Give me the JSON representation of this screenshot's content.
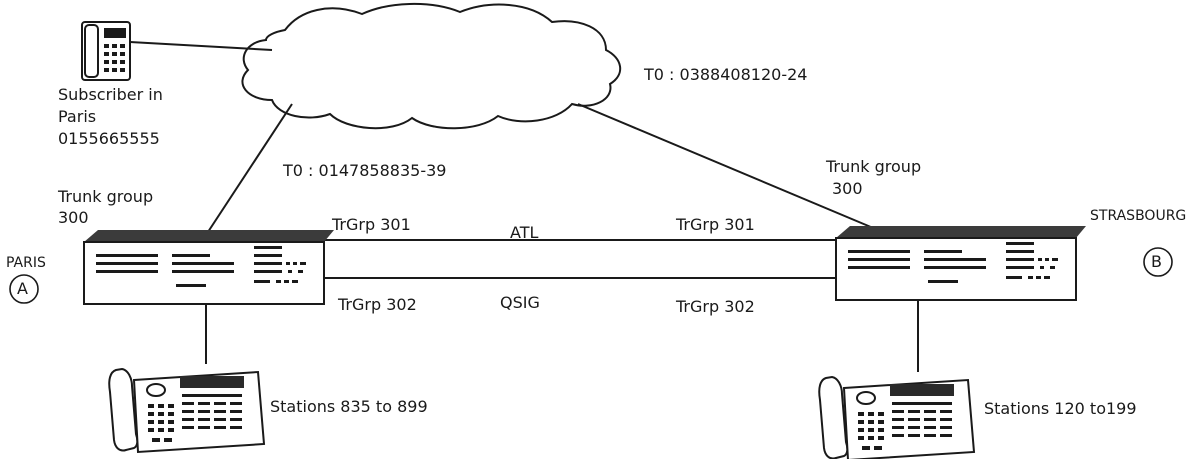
{
  "subscriber": {
    "line1": "Subscriber in",
    "line2": "Paris",
    "number": "0155665555"
  },
  "network": {
    "t0_paris": "T0 : 0147858835-39",
    "t0_strasbourg": "T0 : 0388408120-24"
  },
  "paris": {
    "site": "PARIS",
    "node_letter": "A",
    "trunk_group_label": "Trunk group",
    "trunk_group_number": "300",
    "trgrp_atl": "TrGrp 301",
    "trgrp_qsig": "TrGrp 302",
    "stations": "Stations 835 to 899"
  },
  "strasbourg": {
    "site": "STRASBOURG",
    "node_letter": "B",
    "trunk_group_label": "Trunk group",
    "trunk_group_number": "300",
    "trgrp_atl": "TrGrp 301",
    "trgrp_qsig": "TrGrp 302",
    "stations": "Stations 120 to199"
  },
  "links": {
    "atl": "ATL",
    "qsig": "QSIG"
  }
}
